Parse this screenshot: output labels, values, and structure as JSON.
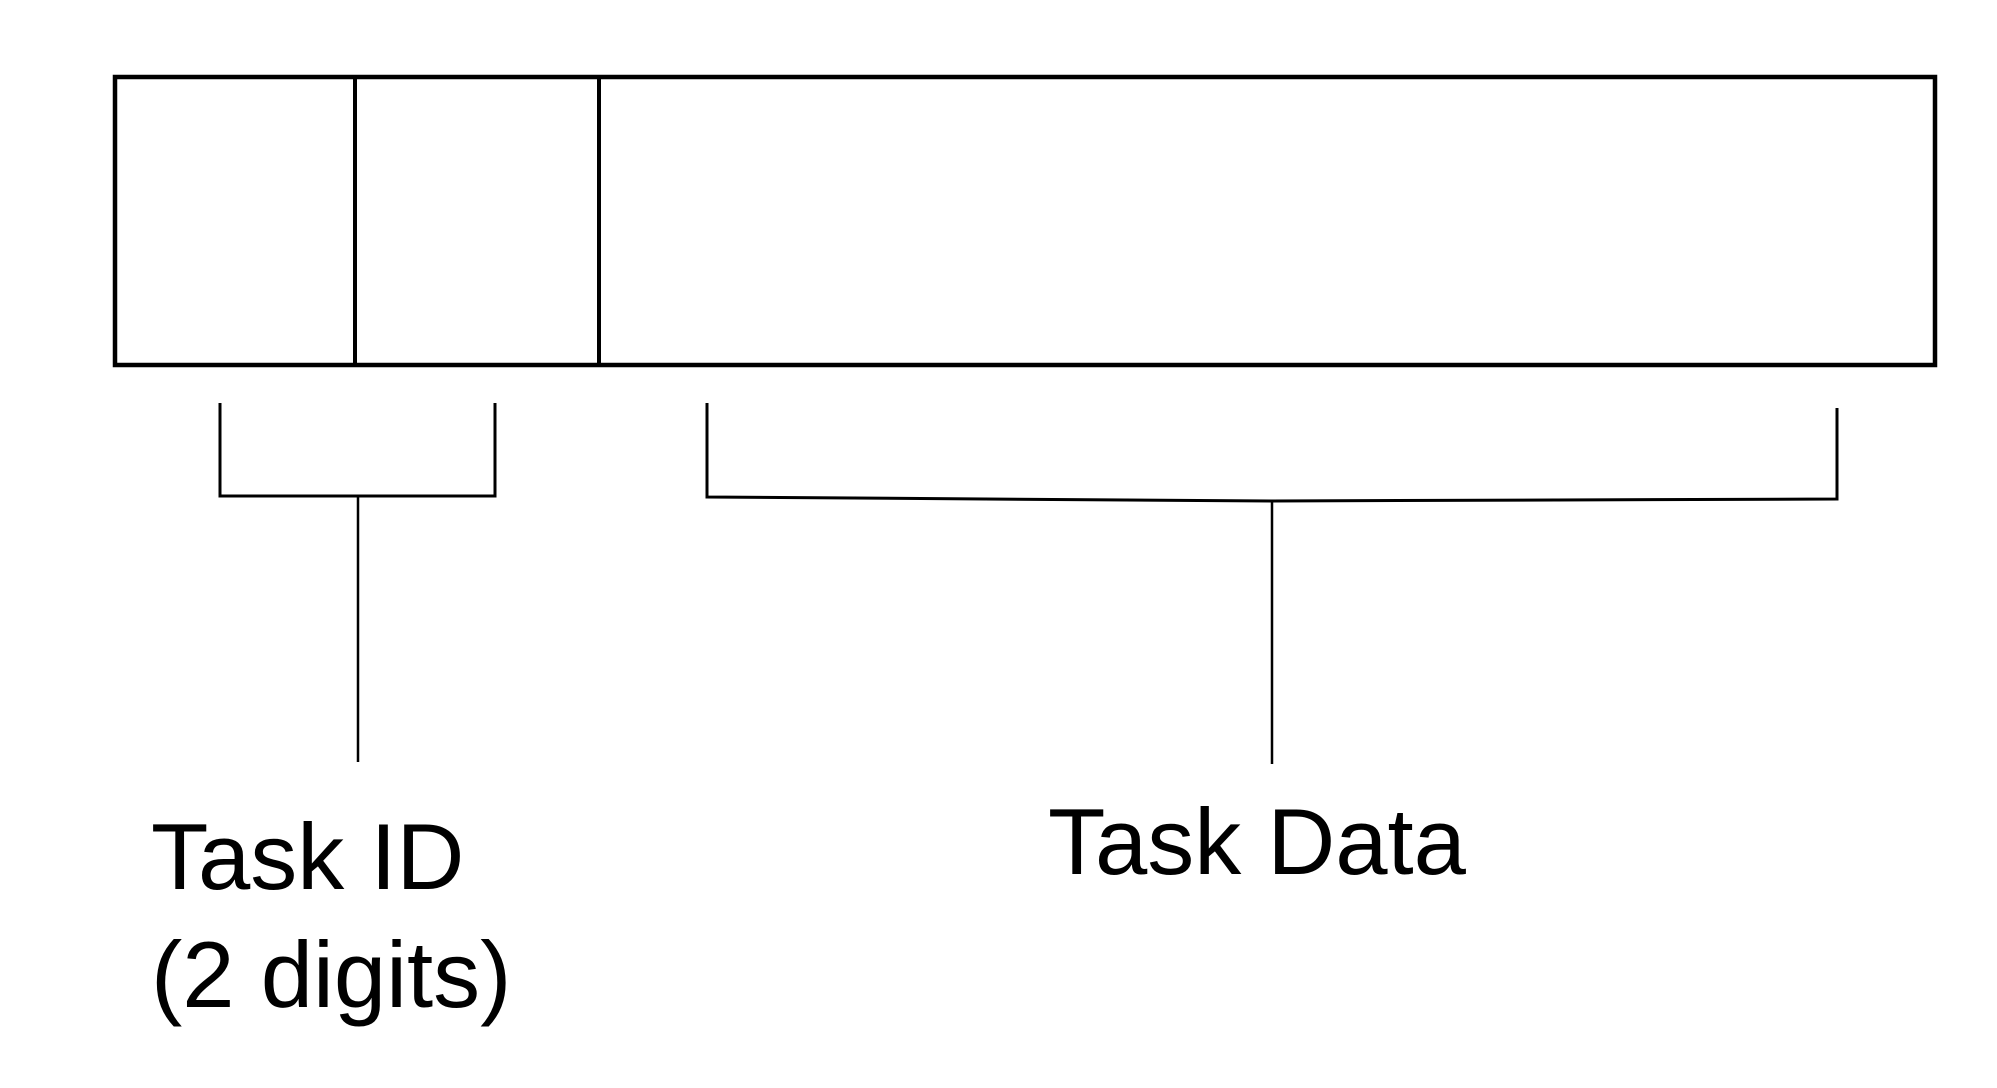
{
  "diagram": {
    "type": "record-format",
    "colors": {
      "line": "#000000",
      "background": "#ffffff"
    },
    "record_box": {
      "cells": 3
    },
    "labels": {
      "task_id_line1": "Task ID",
      "task_id_line2": "(2 digits)",
      "task_data": "Task Data"
    },
    "fields": [
      {
        "label": "Task ID (2 digits)",
        "cells_covered": 2
      },
      {
        "label": "Task Data",
        "cells_covered": 1
      }
    ]
  }
}
